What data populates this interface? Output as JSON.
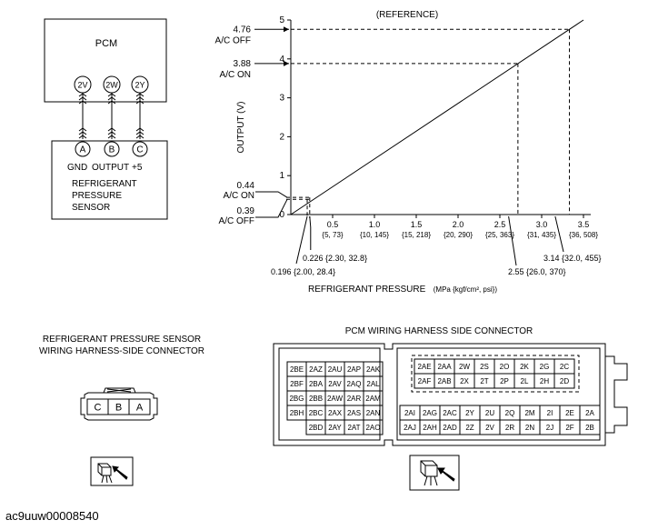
{
  "pcm_block": {
    "title": "PCM",
    "pins": [
      "2V",
      "2W",
      "2Y"
    ],
    "sensor_pins": [
      "A",
      "B",
      "C"
    ],
    "sensor_pin_labels": [
      "GND",
      "OUTPUT",
      "+5"
    ],
    "sensor_name_lines": [
      "REFRIGERANT",
      "PRESSURE",
      "SENSOR"
    ]
  },
  "chart_data": {
    "type": "line",
    "title": "(REFERENCE)",
    "ylabel": "OUTPUT (V)",
    "xlabel_main": "REFRIGERANT PRESSURE",
    "xlabel_unit": "(MPa {kgf/cm², psi})",
    "xlim": [
      0,
      3.5
    ],
    "ylim": [
      0,
      5
    ],
    "y_ticks": [
      "0",
      "1",
      "2",
      "3",
      "4",
      "5"
    ],
    "x_ticks": [
      {
        "value": 0.5,
        "label": "0.5",
        "sub": "{5, 73}"
      },
      {
        "value": 1.0,
        "label": "1.0",
        "sub": "{10, 145}"
      },
      {
        "value": 1.5,
        "label": "1.5",
        "sub": "{15, 218}"
      },
      {
        "value": 2.0,
        "label": "2.0",
        "sub": "{20, 290}"
      },
      {
        "value": 2.5,
        "label": "2.5",
        "sub": "{25, 363}"
      },
      {
        "value": 3.0,
        "label": "3.0",
        "sub": "{31, 435}"
      },
      {
        "value": 3.5,
        "label": "3.5",
        "sub": "{36, 508}"
      }
    ],
    "series": [
      {
        "x": [
          0.0,
          3.5
        ],
        "y": [
          0.0,
          5.0
        ]
      }
    ],
    "y_markers": [
      {
        "value": 4.76,
        "label": "4.76",
        "sub": "A/C OFF"
      },
      {
        "value": 3.88,
        "label": "3.88",
        "sub": "A/C ON"
      },
      {
        "value": 0.44,
        "label": "0.44",
        "sub": "A/C ON"
      },
      {
        "value": 0.39,
        "label": "0.39",
        "sub": "A/C OFF"
      }
    ],
    "x_markers": [
      {
        "value": 0.226,
        "label": "0.226 {2.30, 32.8}"
      },
      {
        "value": 0.196,
        "label": "0.196 {2.00, 28.4}"
      },
      {
        "value": 2.55,
        "label": "2.55 {26.0, 370}"
      },
      {
        "value": 3.14,
        "label": "3.14 {32.0, 455}"
      }
    ]
  },
  "sensor_connector": {
    "title_lines": [
      "REFRIGERANT PRESSURE SENSOR",
      "WIRING HARNESS-SIDE CONNECTOR"
    ],
    "pins": [
      "C",
      "B",
      "A"
    ]
  },
  "pcm_connector": {
    "title": "PCM WIRING HARNESS SIDE CONNECTOR",
    "left_block": [
      [
        "2BE",
        "2AZ",
        "2AU",
        "2AP",
        "2AK"
      ],
      [
        "2BF",
        "2BA",
        "2AV",
        "2AQ",
        "2AL"
      ],
      [
        "2BG",
        "2BB",
        "2AW",
        "2AR",
        "2AM"
      ],
      [
        "2BH",
        "2BC",
        "2AX",
        "2AS",
        "2AN"
      ],
      [
        "",
        "2BD",
        "2AY",
        "2AT",
        "2AO"
      ]
    ],
    "right_top": [
      [
        "2AE",
        "2AA",
        "2W",
        "2S",
        "2O",
        "2K",
        "2G",
        "2C"
      ],
      [
        "2AF",
        "2AB",
        "2X",
        "2T",
        "2P",
        "2L",
        "2H",
        "2D"
      ]
    ],
    "right_bottom": [
      [
        "2AI",
        "2AG",
        "2AC",
        "2Y",
        "2U",
        "2Q",
        "2M",
        "2I",
        "2E",
        "2A"
      ],
      [
        "2AJ",
        "2AH",
        "2AD",
        "2Z",
        "2V",
        "2R",
        "2N",
        "2J",
        "2F",
        "2B"
      ]
    ]
  },
  "figure_id": "ac9uuw00008540"
}
